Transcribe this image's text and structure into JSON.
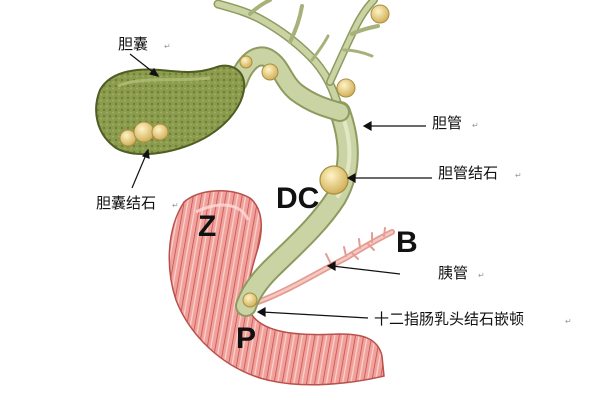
{
  "labels": {
    "gallbladder": "胆囊",
    "gallbladder_stone": "胆囊结石",
    "bile_duct": "胆管",
    "bile_duct_stone": "胆管结石",
    "pancreatic_duct": "胰管",
    "papilla_impaction": "十二指肠乳头结石嵌顿"
  },
  "markers": {
    "dc": "DC",
    "z": "Z",
    "b": "B",
    "p": "P"
  },
  "paragraph_mark": "↵",
  "colors": {
    "duct": "#c9d3a4",
    "duct_outline": "#8f9a5e",
    "gallbladder": "#8a9a4c",
    "gallbladder_dark": "#55642a",
    "stone": "#e7cf8a",
    "stone_outline": "#a88e3e",
    "duodenum": "#ef9a96",
    "duodenum_dark": "#c45c58",
    "pancreatic_duct": "#e9a79e",
    "text": "#111111"
  }
}
